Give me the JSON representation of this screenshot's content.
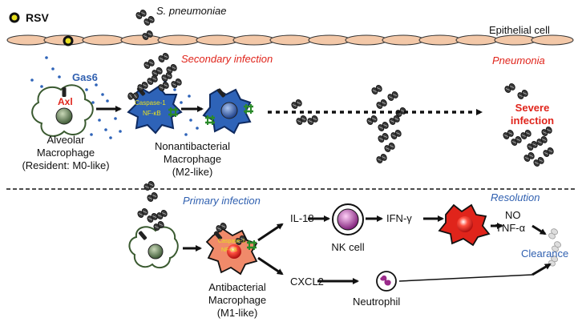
{
  "labels": {
    "rsv": "RSV",
    "s_pneumoniae": "S. pneumoniae",
    "epithelial_cell": "Epithelial cell",
    "secondary_infection": "Secondary infection",
    "pneumonia": "Pneumonia",
    "gas6": "Gas6",
    "axl": "Axl",
    "caspase": "Caspase-1",
    "nfkb": "NF-κB",
    "alveolar_macrophage": [
      "Alveolar",
      "Macrophage",
      "(Resident: M0-like)"
    ],
    "nonantibacterial_macrophage": [
      "Nonantibacterial",
      "Macrophage",
      "(M2-like)"
    ],
    "severe_infection": [
      "Severe",
      "infection"
    ],
    "primary_infection": "Primary infection",
    "resolution": "Resolution",
    "il18": "IL-18",
    "ifn": "IFN-γ",
    "nk_cell": "NK cell",
    "no": "NO",
    "tnf": "TNF-α",
    "clearance": "Clearance",
    "cxcl2": "CXCL2",
    "neutrophil": "Neutrophil",
    "antibacterial_macrophage": [
      "Antibacterial",
      "Macrophage",
      "(M1-like)"
    ]
  },
  "colors": {
    "epithelial": "#f3c8a8",
    "macrophage_resting": "#ffffff",
    "macrophage_m2": "#2e63b8",
    "macrophage_m1": "#f08a6a",
    "nk_cell": "#b04aa8",
    "activated_macrophage": "#e0241b",
    "red_text": "#e0241b",
    "blue_text": "#3060b0",
    "gas6_dot": "#2e63b8",
    "rsv_fill": "#e8e020"
  }
}
